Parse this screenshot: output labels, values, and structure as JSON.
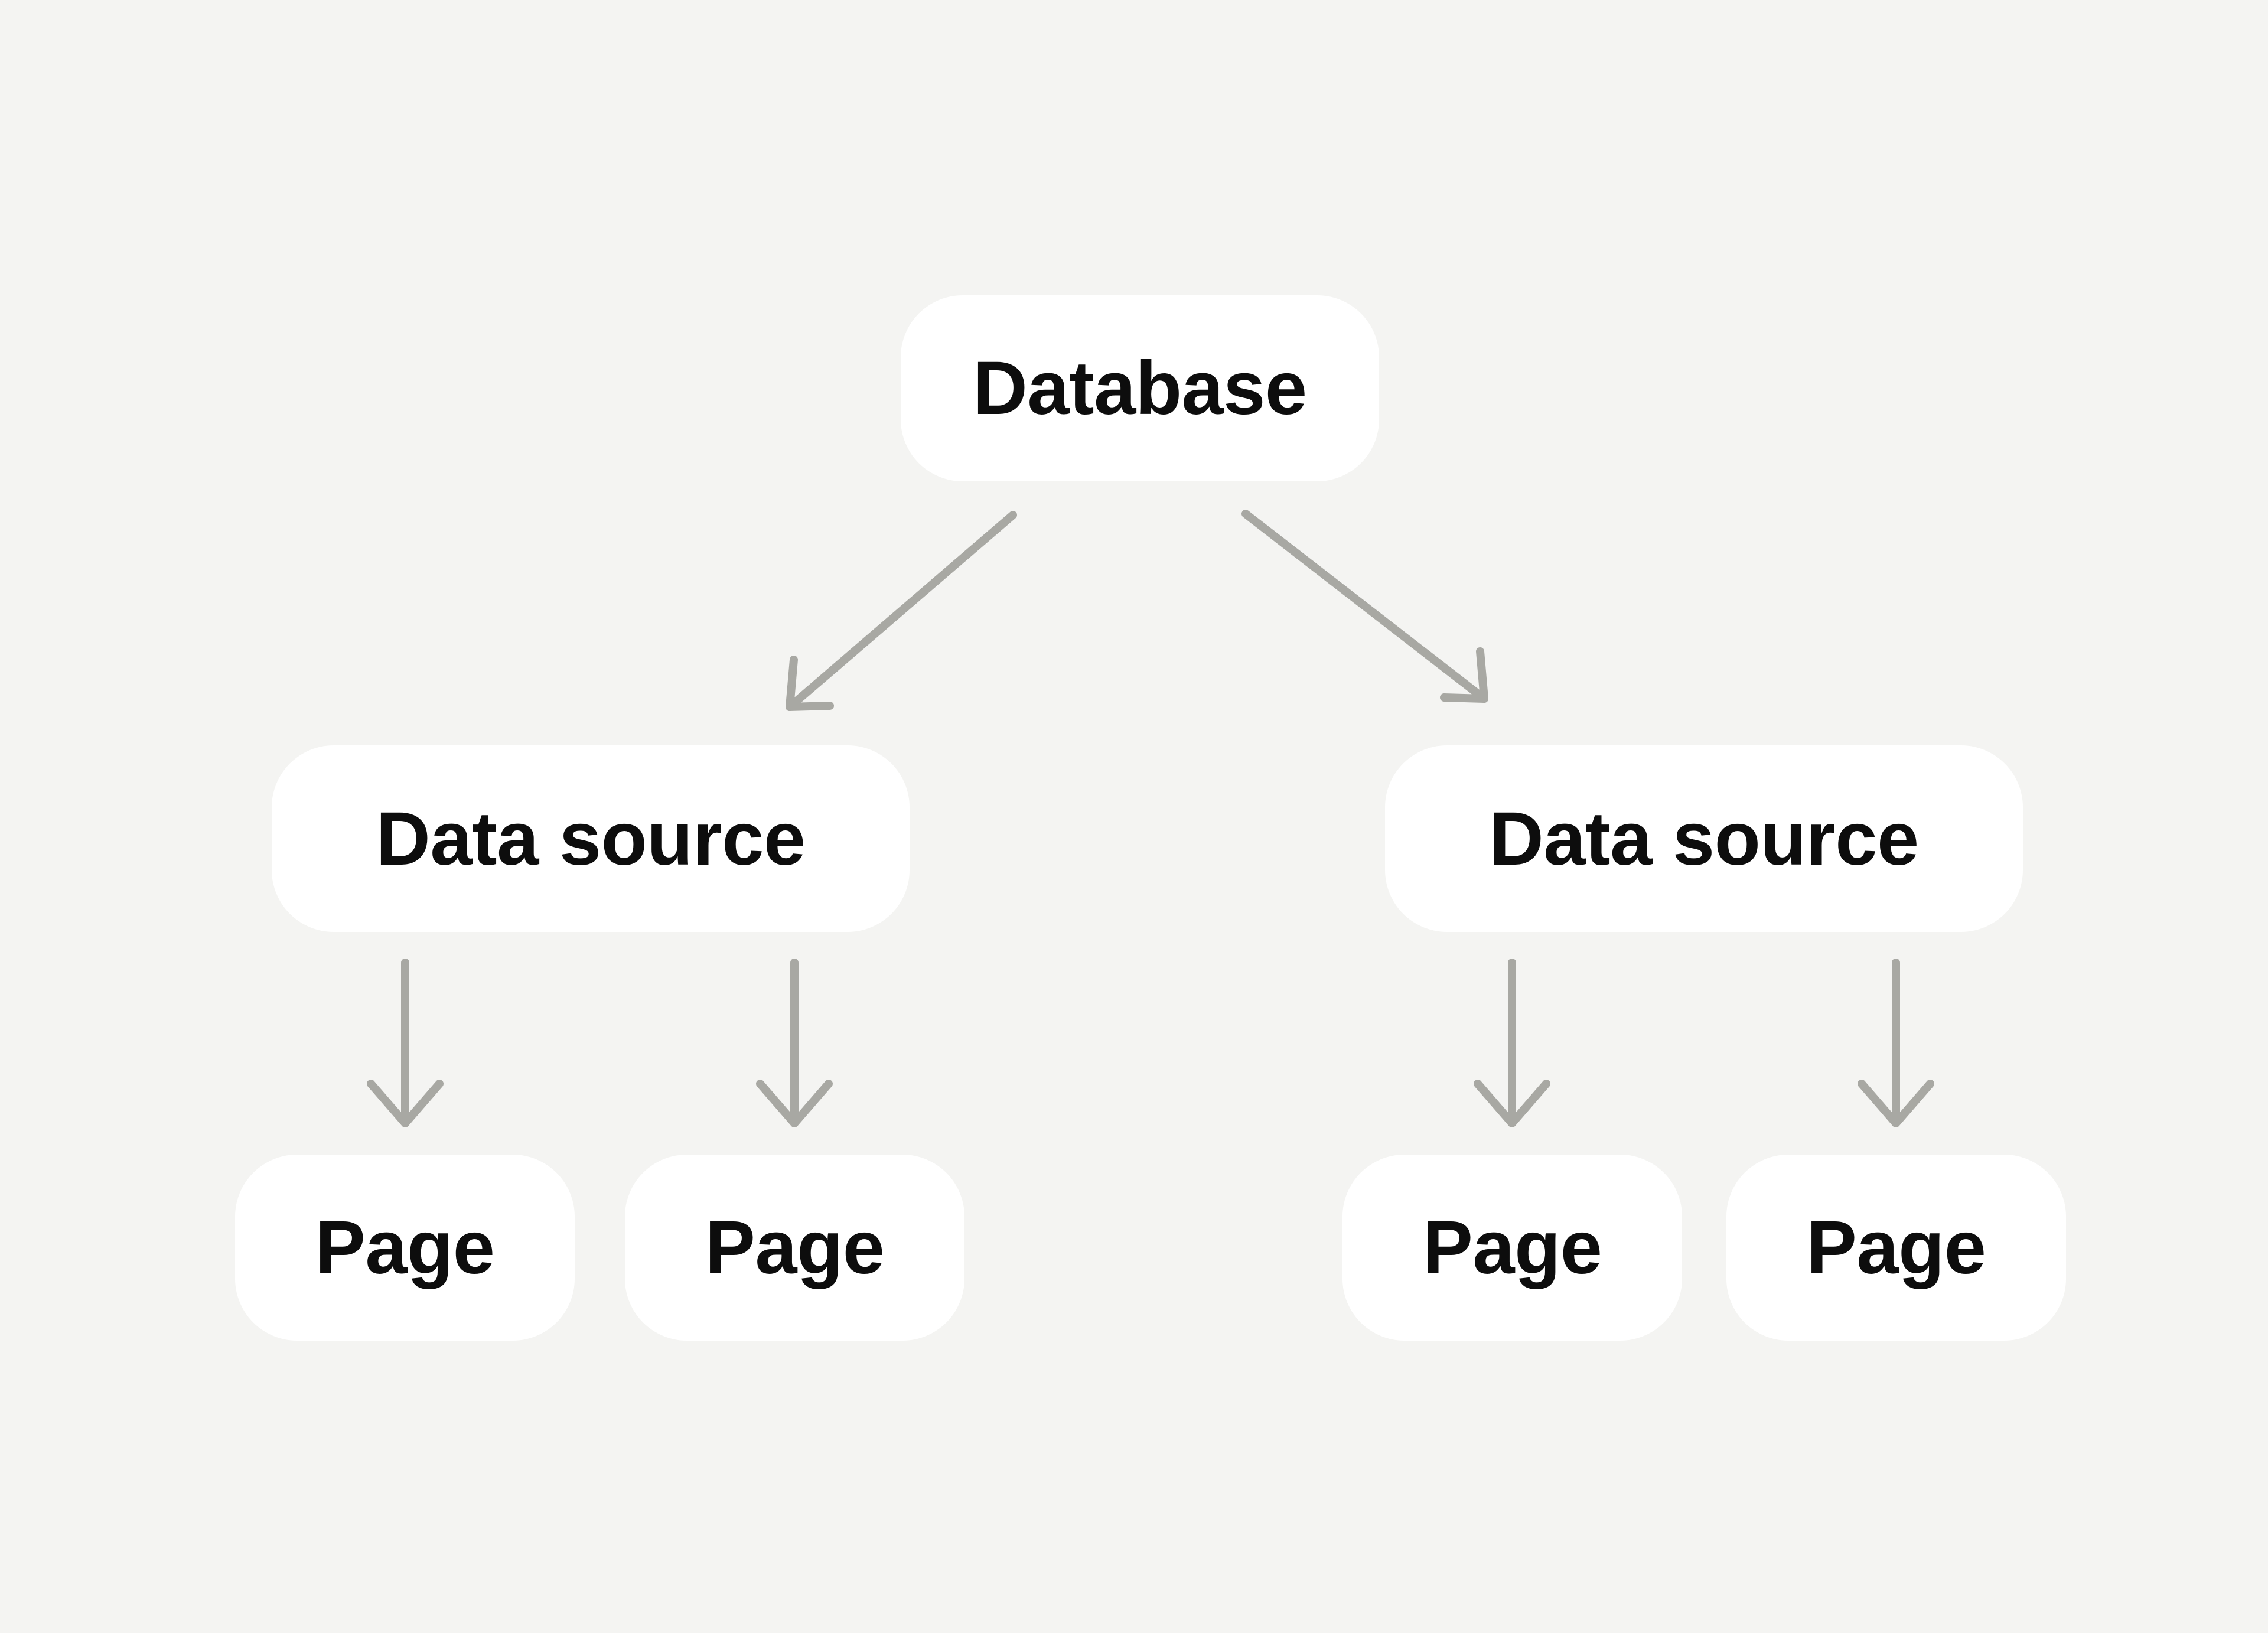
{
  "diagram": {
    "type": "tree",
    "colors": {
      "background": "#F4F4F2",
      "node_fill": "#FFFFFF",
      "node_text": "#0D0D0D",
      "arrow": "#A8A8A3"
    },
    "nodes": {
      "database": {
        "label": "Database"
      },
      "datasource_left": {
        "label": "Data source"
      },
      "datasource_right": {
        "label": "Data source"
      },
      "page_1": {
        "label": "Page"
      },
      "page_2": {
        "label": "Page"
      },
      "page_3": {
        "label": "Page"
      },
      "page_4": {
        "label": "Page"
      }
    },
    "edges": [
      {
        "from": "database",
        "to": "datasource_left"
      },
      {
        "from": "database",
        "to": "datasource_right"
      },
      {
        "from": "datasource_left",
        "to": "page_1"
      },
      {
        "from": "datasource_left",
        "to": "page_2"
      },
      {
        "from": "datasource_right",
        "to": "page_3"
      },
      {
        "from": "datasource_right",
        "to": "page_4"
      }
    ]
  }
}
